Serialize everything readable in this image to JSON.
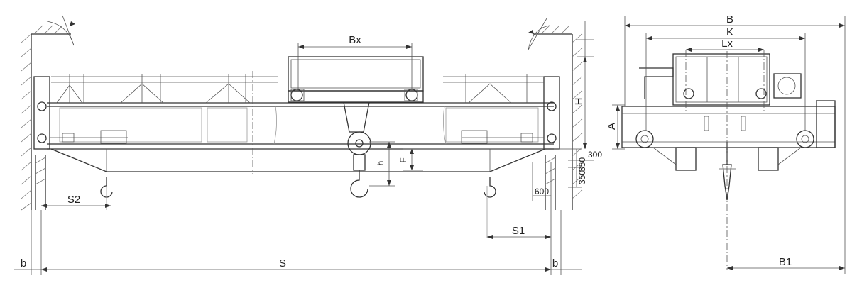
{
  "drawing": {
    "front_view": {
      "dimensions": {
        "trolley_width": "Bx",
        "hook_travel_h": "h",
        "beam_depth_f": "F",
        "rail_clearance": "300",
        "vertical_350_a": "350",
        "vertical_350_b": "350",
        "horizontal_600": "600",
        "rail_to_top": "H",
        "left_hook_approach": "S2",
        "right_hook_approach": "S1",
        "span": "S",
        "left_end_b": "b",
        "right_end_b": "b"
      }
    },
    "side_view": {
      "dimensions": {
        "overall_width": "B",
        "wheel_base": "K",
        "trolley_gauge": "Lx",
        "height_above_rail": "A",
        "hook_offset": "B1"
      }
    }
  }
}
